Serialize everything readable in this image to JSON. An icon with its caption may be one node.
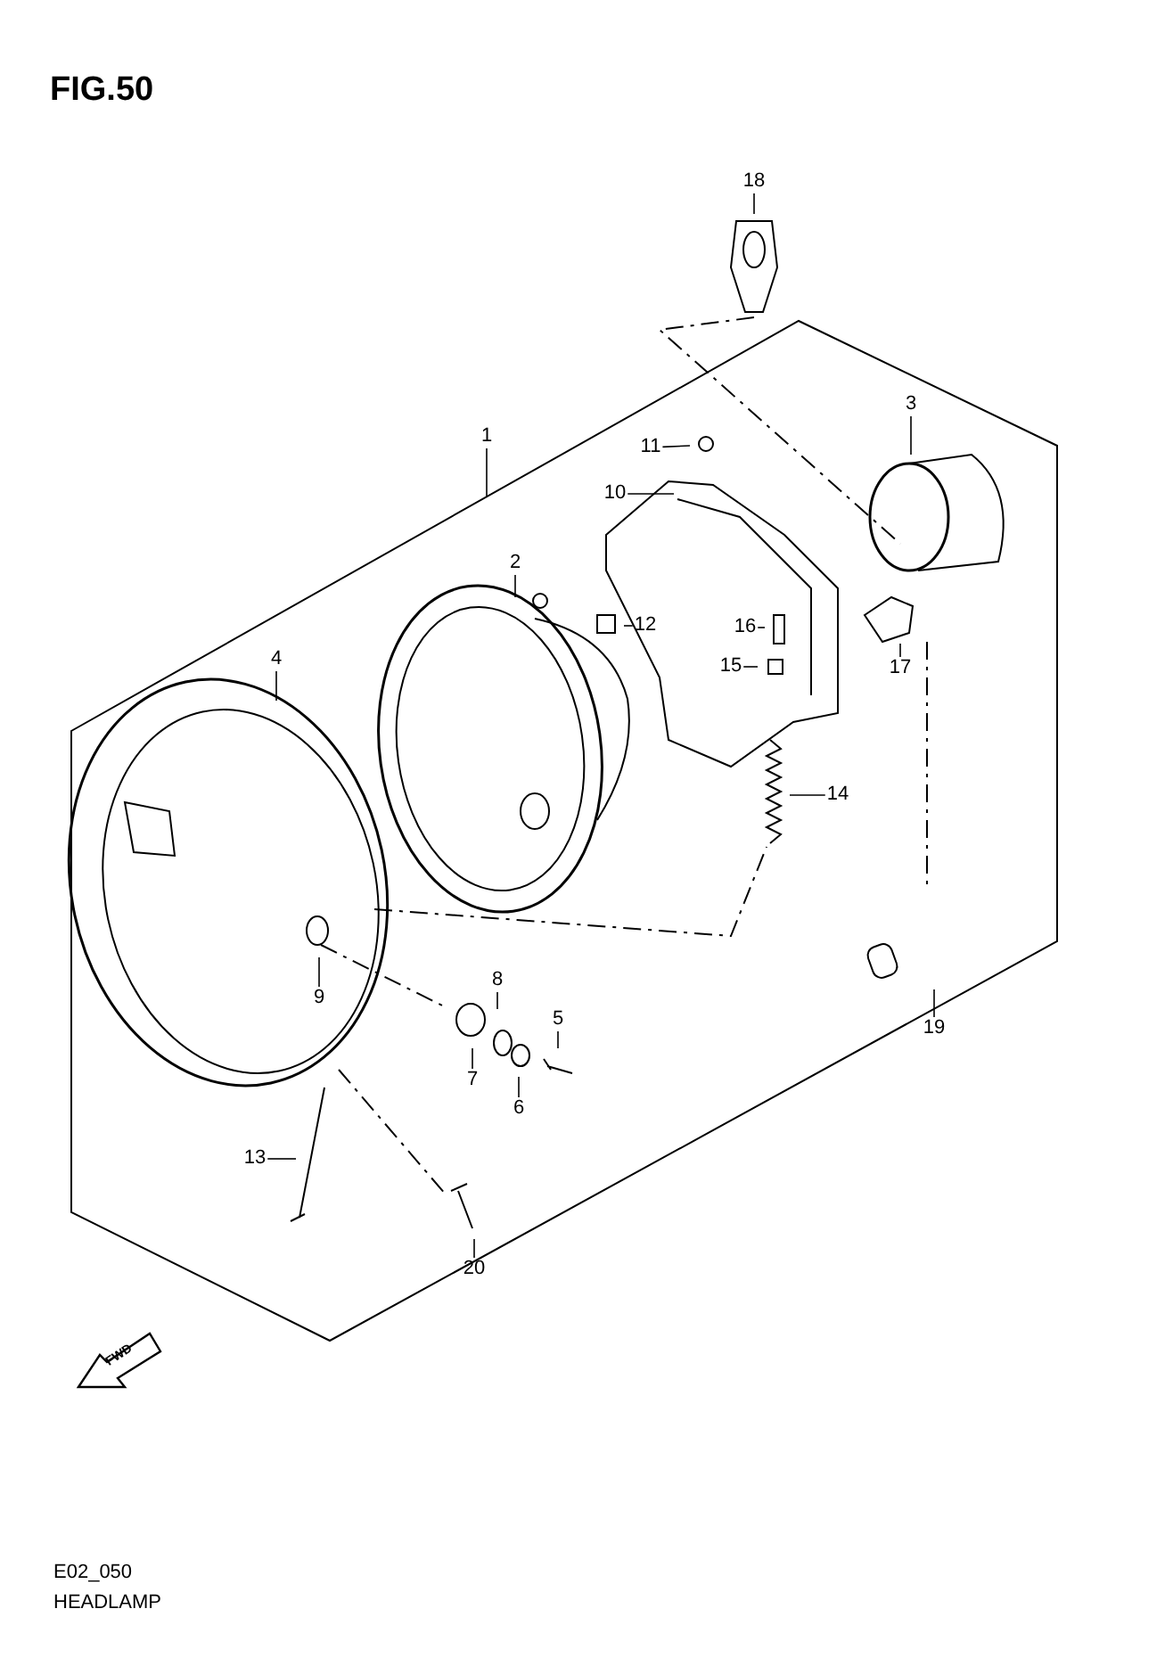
{
  "diagram": {
    "title": "FIG.50",
    "nodes": [
      {
        "text": [
          "18"
        ]
      },
      {
        "text": [
          "3"
        ]
      },
      {
        "text": [
          "1"
        ]
      },
      {
        "text": [
          "11"
        ]
      },
      {
        "text": [
          "10"
        ]
      },
      {
        "text": [
          "2"
        ]
      },
      {
        "text": [
          "12"
        ]
      },
      {
        "text": [
          "16"
        ]
      },
      {
        "text": [
          "4"
        ]
      },
      {
        "text": [
          "15"
        ]
      },
      {
        "text": [
          "17"
        ]
      },
      {
        "text": [
          "14"
        ]
      },
      {
        "text": [
          "8"
        ]
      },
      {
        "text": [
          "9"
        ]
      },
      {
        "text": [
          "5"
        ]
      },
      {
        "text": [
          "19"
        ]
      },
      {
        "text": [
          "7"
        ]
      },
      {
        "text": [
          "6"
        ]
      },
      {
        "text": [
          "13"
        ]
      },
      {
        "text": [
          "20"
        ]
      }
    ],
    "edges": [
      {
        "from": 0,
        "to": null,
        "arrow": "none"
      },
      {
        "from": 1,
        "to": null,
        "arrow": "none"
      },
      {
        "from": 2,
        "to": null,
        "arrow": "none"
      },
      {
        "from": 3,
        "to": null,
        "arrow": "none"
      },
      {
        "from": 4,
        "to": null,
        "arrow": "none"
      },
      {
        "from": 5,
        "to": null,
        "arrow": "none"
      },
      {
        "from": 6,
        "to": null,
        "arrow": "none"
      },
      {
        "from": 7,
        "to": null,
        "arrow": "none"
      },
      {
        "from": 8,
        "to": null,
        "arrow": "none"
      },
      {
        "from": 9,
        "to": null,
        "arrow": "none"
      },
      {
        "from": 10,
        "to": null,
        "arrow": "none"
      },
      {
        "from": 11,
        "to": null,
        "arrow": "none"
      },
      {
        "from": 12,
        "to": null,
        "arrow": "none"
      },
      {
        "from": 13,
        "to": null,
        "arrow": "none"
      },
      {
        "from": 14,
        "to": null,
        "arrow": "none"
      },
      {
        "from": 15,
        "to": null,
        "arrow": "none"
      },
      {
        "from": 16,
        "to": null,
        "arrow": "none"
      },
      {
        "from": 17,
        "to": null,
        "arrow": "none"
      },
      {
        "from": 18,
        "to": null,
        "arrow": "none"
      },
      {
        "from": 19,
        "to": null,
        "arrow": "none"
      }
    ],
    "labels": [
      "FWD",
      "E02_050",
      "HEADLAMP"
    ]
  }
}
